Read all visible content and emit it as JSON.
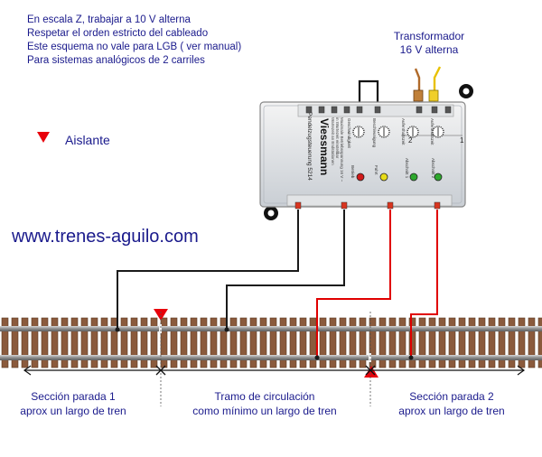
{
  "notes": [
    "En escala Z, trabajar a 10 V alterna",
    "Respetar el orden estricto del cableado",
    "Este esquema no vale para LGB ( ver manual)",
    "Para sistemas analógicos de 2 carriles"
  ],
  "transformer": {
    "line1": "Transformador",
    "line2": "16 V alterna"
  },
  "legend": {
    "label": "Aislante",
    "color": "#e8000b"
  },
  "website": "www.trenes-aguilo.com",
  "module": {
    "brand": "Viessmann",
    "model": "Pendelzugsteuerung 5214",
    "side_text": [
      "Wartezeit an Endstationen",
      "in Wartezeit einstellbar",
      "Maximale Betriebsspannung 16 V ~"
    ],
    "knob_labels": [
      "Geschwindigkeit",
      "Beschleunigung",
      "Aufenthaltszeit",
      "Aufenthaltszeit"
    ],
    "led_labels": [
      "Betrieb",
      "Fahrt",
      "Abschnitt 1",
      "Abschnitt 2"
    ],
    "numbers": [
      "1",
      "2"
    ],
    "led_colors": [
      "#d11a1a",
      "#e8dc1a",
      "#2ea82e",
      "#2ea82e"
    ]
  },
  "sections": {
    "left": {
      "line1": "Sección parada 1",
      "line2": "aprox  un largo de tren"
    },
    "middle": {
      "line1": "Tramo de circulación",
      "line2": "como mínimo un largo de tren"
    },
    "right": {
      "line1": "Sección parada 2",
      "line2": "aprox  un largo de tren"
    }
  },
  "colors": {
    "text": "#1a1a8c",
    "wire_black": "#1a1a1a",
    "wire_red": "#e00000",
    "rail": "#9a9a9a",
    "sleeper": "#8a5a3c"
  }
}
